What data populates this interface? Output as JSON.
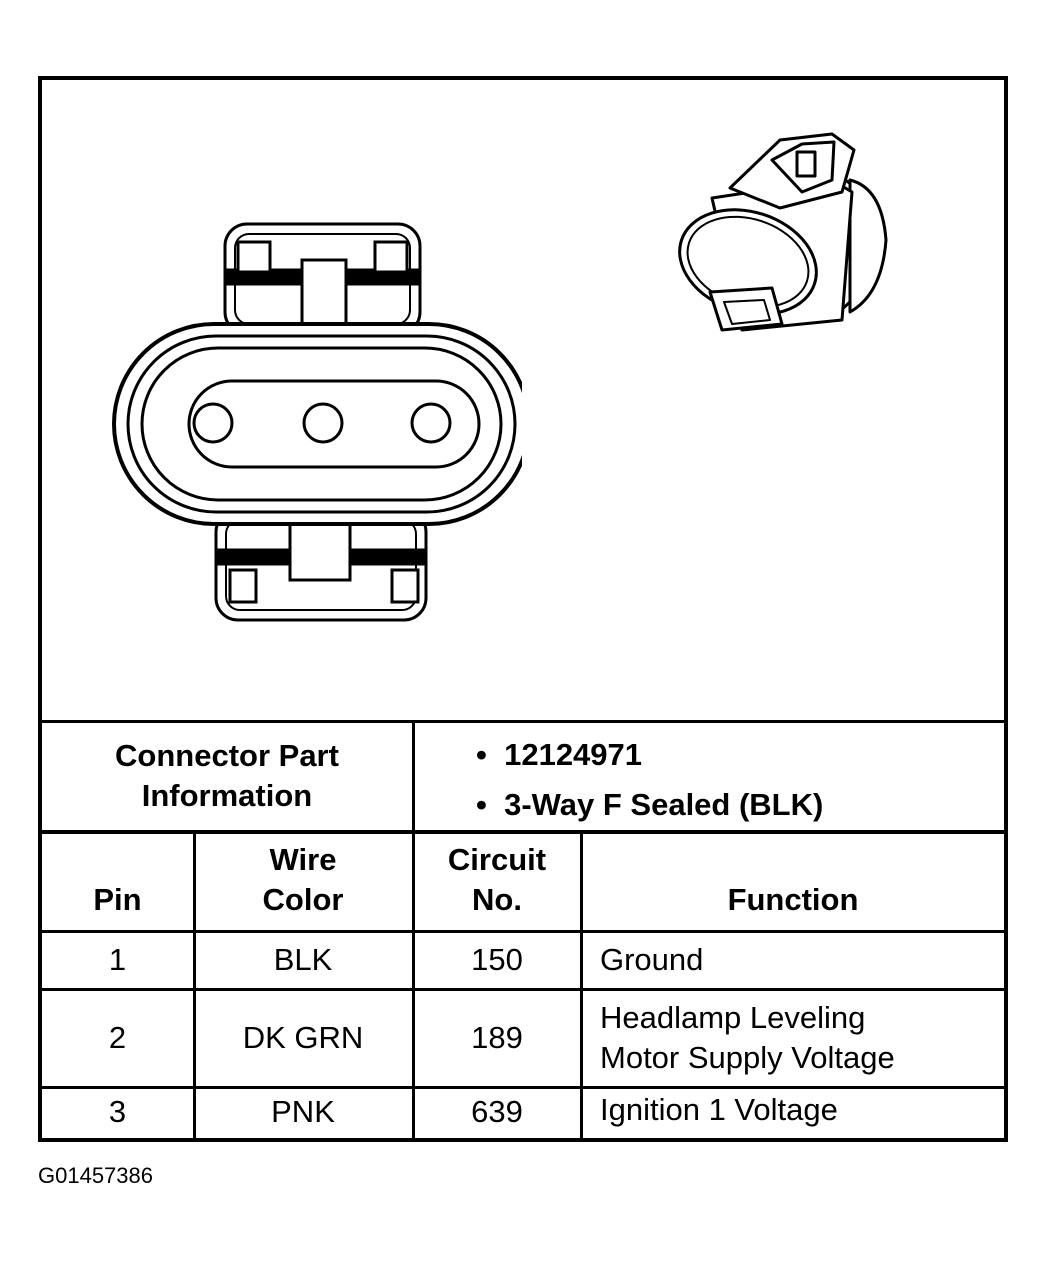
{
  "connector_info": {
    "label_line1": "Connector Part",
    "label_line2": "Information",
    "items": [
      "12124971",
      "3-Way F Sealed (BLK)"
    ]
  },
  "columns": {
    "pin": "Pin",
    "wire_line1": "Wire",
    "wire_line2": "Color",
    "circuit_line1": "Circuit",
    "circuit_line2": "No.",
    "function": "Function"
  },
  "rows": [
    {
      "pin": "1",
      "wire": "BLK",
      "circuit": "150",
      "function_line1": "Ground",
      "function_line2": ""
    },
    {
      "pin": "2",
      "wire": "DK GRN",
      "circuit": "189",
      "function_line1": "Headlamp Leveling",
      "function_line2": "Motor Supply Voltage"
    },
    {
      "pin": "3",
      "wire": "PNK",
      "circuit": "639",
      "function_line1": "Ignition 1 Voltage",
      "function_line2": ""
    }
  ],
  "figure_id": "G01457386",
  "bullet": "•"
}
